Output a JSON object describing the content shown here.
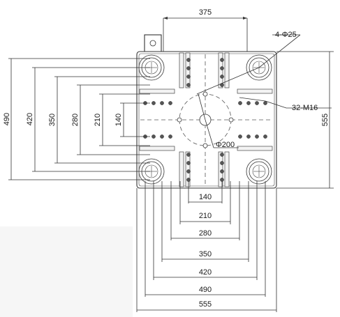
{
  "drawing": {
    "labels": {
      "top_width": "375",
      "tie_bar": "4-Φ25",
      "thread_holes": "32-M16",
      "center_circle": "Φ200",
      "left_490": "490",
      "left_420": "420",
      "left_350": "350",
      "left_280": "280",
      "left_210": "210",
      "left_140": "140",
      "right_555": "555",
      "bottom_140": "140",
      "bottom_210": "210",
      "bottom_280": "280",
      "bottom_350": "350",
      "bottom_420": "420",
      "bottom_490": "490",
      "bottom_555": "555"
    },
    "colors": {
      "line": "#333333",
      "background": "#ffffff"
    }
  }
}
